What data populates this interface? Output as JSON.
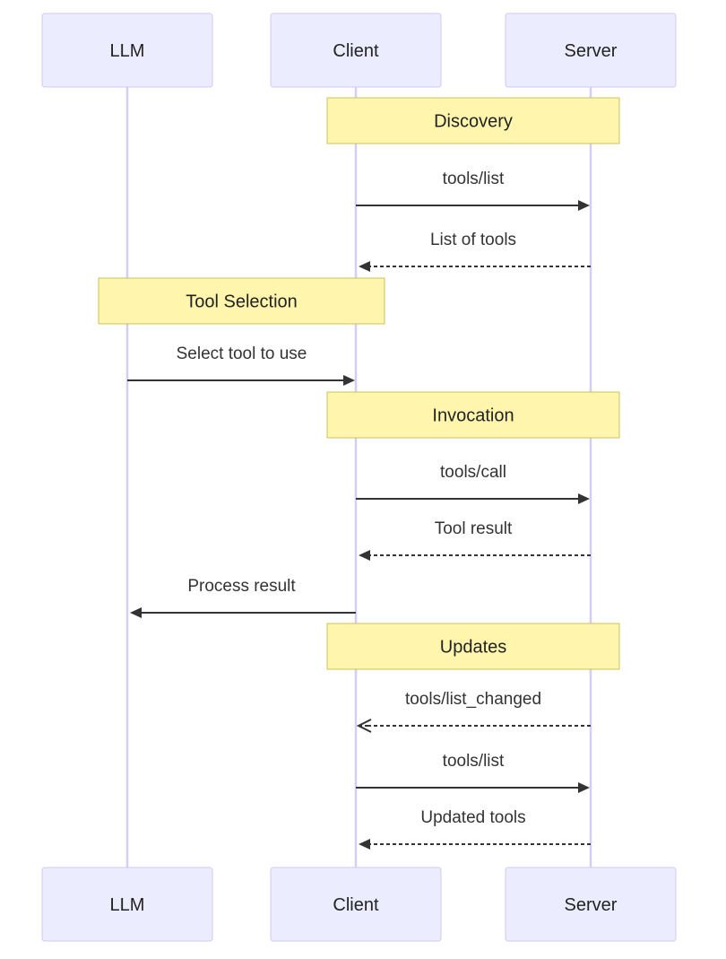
{
  "actors": [
    {
      "id": "llm",
      "label": "LLM"
    },
    {
      "id": "client",
      "label": "Client"
    },
    {
      "id": "server",
      "label": "Server"
    }
  ],
  "sequence": [
    {
      "kind": "note",
      "label": "Discovery",
      "over": [
        "client",
        "server"
      ]
    },
    {
      "kind": "message",
      "label": "tools/list",
      "from": "client",
      "to": "server",
      "style": "solid",
      "arrow": "filled"
    },
    {
      "kind": "message",
      "label": "List of tools",
      "from": "server",
      "to": "client",
      "style": "dashed",
      "arrow": "filled"
    },
    {
      "kind": "note",
      "label": "Tool Selection",
      "over": [
        "llm",
        "client"
      ]
    },
    {
      "kind": "message",
      "label": "Select tool to use",
      "from": "llm",
      "to": "client",
      "style": "solid",
      "arrow": "filled"
    },
    {
      "kind": "note",
      "label": "Invocation",
      "over": [
        "client",
        "server"
      ]
    },
    {
      "kind": "message",
      "label": "tools/call",
      "from": "client",
      "to": "server",
      "style": "solid",
      "arrow": "filled"
    },
    {
      "kind": "message",
      "label": "Tool result",
      "from": "server",
      "to": "client",
      "style": "dashed",
      "arrow": "filled"
    },
    {
      "kind": "message",
      "label": "Process result",
      "from": "client",
      "to": "llm",
      "style": "solid",
      "arrow": "filled"
    },
    {
      "kind": "note",
      "label": "Updates",
      "over": [
        "client",
        "server"
      ]
    },
    {
      "kind": "message",
      "label": "tools/list_changed",
      "from": "server",
      "to": "client",
      "style": "dashed",
      "arrow": "open"
    },
    {
      "kind": "message",
      "label": "tools/list",
      "from": "client",
      "to": "server",
      "style": "solid",
      "arrow": "filled"
    },
    {
      "kind": "message",
      "label": "Updated tools",
      "from": "server",
      "to": "client",
      "style": "dashed",
      "arrow": "filled"
    }
  ]
}
